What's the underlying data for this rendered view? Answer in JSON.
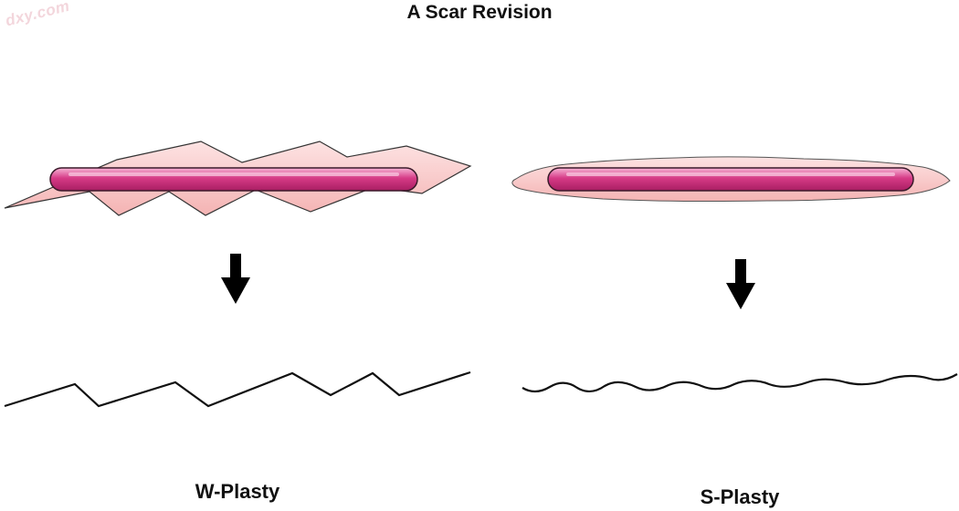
{
  "diagram": {
    "title": "A Scar Revision",
    "watermark": "dxy.com",
    "panels": [
      {
        "label": "W-Plasty"
      },
      {
        "label": "S-Plasty"
      }
    ]
  },
  "colors": {
    "excision_fill": "#f8c6c6",
    "scar_core": "#d63a86",
    "scar_highlight": "#f3a4cc",
    "scar_outline": "#3a1a2a",
    "line": "#111111"
  }
}
